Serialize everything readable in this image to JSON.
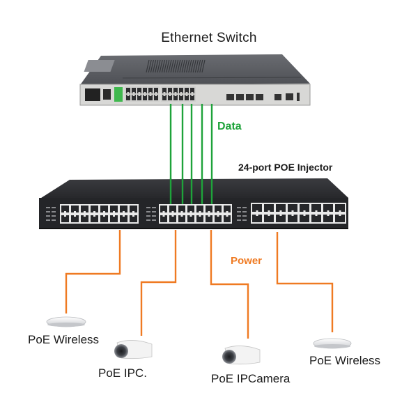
{
  "diagram": {
    "title": "Ethernet Switch",
    "data_label": "Data",
    "injector_label": "24-port POE Injector",
    "power_label": "Power",
    "colors": {
      "data_line": "#1ea33a",
      "power_line": "#ef7a22",
      "data_text": "#1ea33a",
      "power_text": "#ef7a22",
      "switch_body": "#5b5d62",
      "switch_face": "#d6d6d4",
      "injector_body": "#2a2b2e",
      "port_frame": "#e9e9e9"
    },
    "nodes": [
      {
        "id": "switch",
        "label": "Ethernet Switch",
        "type": "ethernet-switch"
      },
      {
        "id": "injector",
        "label": "24-port POE Injector",
        "type": "poe-injector",
        "ports": 24
      },
      {
        "id": "ap1",
        "label": "PoE Wireless",
        "type": "wireless-ap"
      },
      {
        "id": "cam1",
        "label": "PoE IPC.",
        "type": "ip-camera"
      },
      {
        "id": "cam2",
        "label": "PoE IPCamera",
        "type": "ip-camera"
      },
      {
        "id": "ap2",
        "label": "PoE Wireless",
        "type": "wireless-ap"
      }
    ],
    "edges": [
      {
        "from": "switch",
        "to": "injector",
        "kind": "Data",
        "count": 5
      },
      {
        "from": "injector",
        "to": "ap1",
        "kind": "Power"
      },
      {
        "from": "injector",
        "to": "cam1",
        "kind": "Power"
      },
      {
        "from": "injector",
        "to": "cam2",
        "kind": "Power"
      },
      {
        "from": "injector",
        "to": "ap2",
        "kind": "Power"
      }
    ]
  }
}
